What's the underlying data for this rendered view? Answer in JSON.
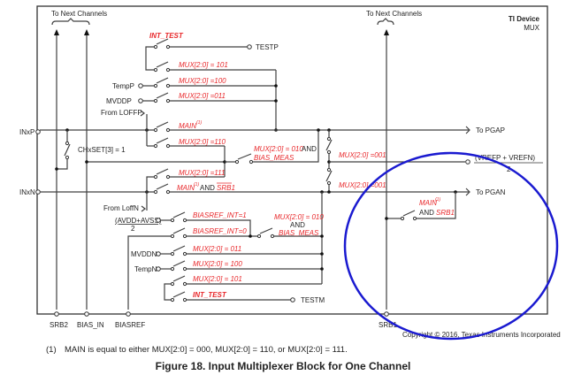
{
  "header": {
    "device_title": "TI Device",
    "device_sub": "MUX",
    "to_next_left": "To Next Channels",
    "to_next_right": "To Next Channels"
  },
  "inputs": {
    "inxp": "INxP",
    "inxn": "INxN"
  },
  "outputs": {
    "testp": "TESTP",
    "testm": "TESTM",
    "pgap": "To PGAP",
    "pgan": "To PGAN",
    "vref_num": "(VREFP + VREFN)",
    "vref_den": "2"
  },
  "sources": {
    "tempp": "TempP",
    "mvddp": "MVDDP",
    "from_loffp": "From LOFFP",
    "from_loffn": "From LoffN",
    "avdd_num": "(AVDD+AVSS)",
    "avdd_den": "2",
    "mvddn": "MVDDN",
    "tempn": "TempN",
    "chxset": "CHxSET[3] = 1"
  },
  "switch_labels": {
    "int_test_p": "INT_TEST",
    "mux101_p": "MUX[2:0] = 101",
    "mux100_p": "MUX[2:0] =100",
    "mux011_p": "MUX[2:0] =011",
    "main_p": "MAIN",
    "mux110": "MUX[2:0] =110",
    "mux010_a": "MUX[2:0] = 010",
    "and": "AND",
    "bias_meas_a": "BIAS_MEAS",
    "mux001_a": "MUX[2:0] =001",
    "mux111": "MUX[2:0] =111",
    "main_n": "MAIN",
    "srb1_bar": "SRB1",
    "mux001_b": "MUX[2:0] =001",
    "main_srb1": "MAIN",
    "srb1": "SRB1",
    "biasref1": "BIASREF_INT=1",
    "biasref0": "BIASREF_INT=0",
    "mux010_b": "MUX[2:0] = 010",
    "bias_meas_b": "BIAS_MEAS",
    "mux011_n": "MUX[2:0] = 011",
    "mux100_n": "MUX[2:0] = 100",
    "mux101_n": "MUX[2:0] = 101",
    "int_test_n": "INT_TEST",
    "sup1": "(1)"
  },
  "bottom_pins": {
    "srb2": "SRB2",
    "bias_in": "BIAS_IN",
    "biasref": "BIASREF",
    "srb1": "SRB1"
  },
  "copyright": "Copyright © 2016, Texas Instruments Incorporated",
  "footnote": {
    "marker": "(1)",
    "text": "MAIN is equal to either MUX[2:0] = 000, MUX[2:0] = 110, or MUX[2:0] = 111."
  },
  "caption": "Figure 18.  Input Multiplexer Block for One Channel",
  "annotation": {
    "circle_color": "#1a1ad0"
  }
}
